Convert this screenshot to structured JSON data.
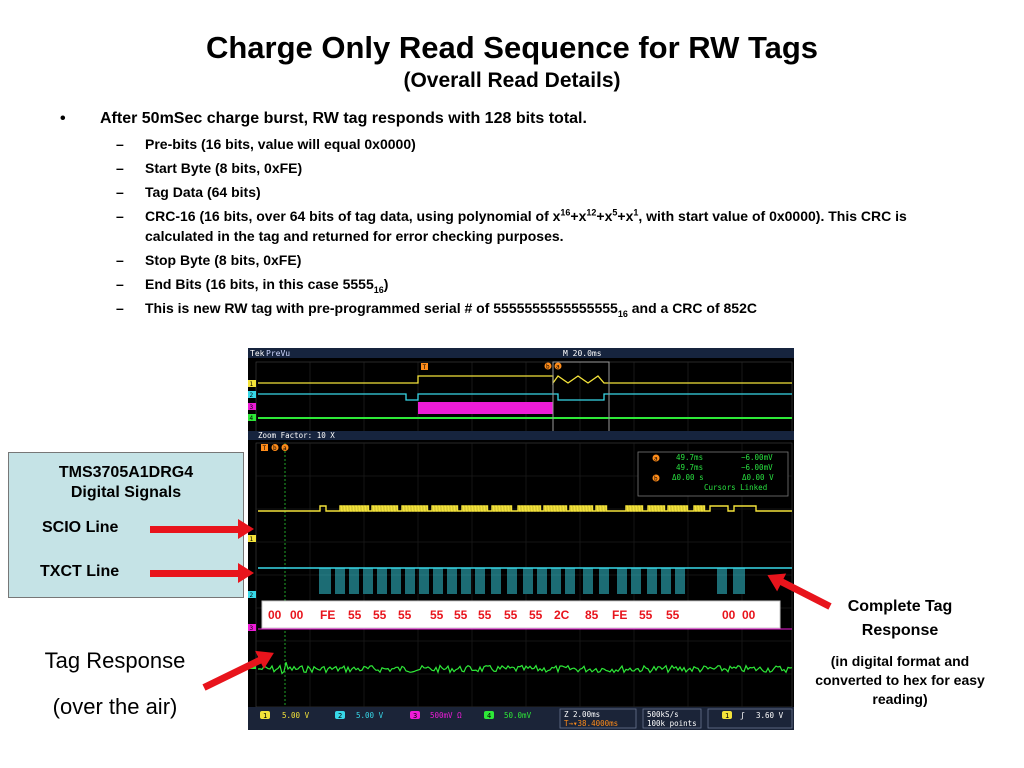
{
  "slide": {
    "title": "Charge Only Read Sequence for RW Tags",
    "subtitle": "(Overall Read Details)",
    "bullet_main": "After 50mSec charge burst, RW tag responds with 128 bits total.",
    "bullet_marker": "•",
    "dash_marker": "–",
    "sub_bullets": {
      "prebits": "Pre-bits (16 bits, value will equal 0x0000)",
      "startbyte": "Start Byte (8 bits, 0xFE)",
      "tagdata": "Tag Data  (64 bits)",
      "crc_a": "CRC-16 (16 bits, over 64 bits of tag data, using polynomial of x",
      "crc_e1": "16",
      "crc_b": "+x",
      "crc_e2": "12",
      "crc_c": "+x",
      "crc_e3": "5",
      "crc_d": "+x",
      "crc_e4": "1",
      "crc_e": ", with start value of 0x0000). This CRC is calculated in the tag and returned for error checking purposes.",
      "stopbyte": "Stop Byte (8 bits, 0xFE)",
      "endbits_a": "End Bits (16 bits, in this case 5555",
      "endbits_sub": "16",
      "endbits_b": ")",
      "serial_a": "This is new RW tag with pre-programmed serial # of 5555555555555555",
      "serial_sub": "16",
      "serial_b": " and a CRC of 852C"
    }
  },
  "scope": {
    "top_mode": "PreVu",
    "top_timebase": "M 20.0ms",
    "zoom_label": "Zoom Factor: 10 X",
    "cursor_a_time": "49.7ms",
    "cursor_a_volt": "−6.00mV",
    "cursor_b_time": "49.7ms",
    "cursor_b_volt": "−6.00mV",
    "delta_time": "Δ0.00 s",
    "delta_volt": "Δ0.00 V",
    "cursors_linked": "Cursors Linked",
    "hex_bytes": [
      "00",
      "00",
      "FE",
      "55",
      "55",
      "55",
      "55",
      "55",
      "55",
      "55",
      "55",
      "2C",
      "85",
      "FE",
      "55",
      "55",
      "00",
      "00"
    ],
    "ch1_scale": "5.00 V",
    "ch2_scale": "5.00 V",
    "ch3_scale": "500mV Ω",
    "ch4_scale": "50.0mV",
    "zoom_time": "Z 2.00ms",
    "trig_pos": "T→▾38.4000ms",
    "sample_rate": "500kS/s",
    "record_len": "100k points",
    "trig_level": "3.60 V",
    "ch_labels": {
      "c1": "1",
      "c2": "2",
      "c3": "3",
      "c4": "4"
    },
    "tek": "Tek",
    "marker_t": "T",
    "marker_a": "a",
    "marker_b": "b",
    "slope_icon": "ʃ",
    "colors": {
      "ch1": "#f4e33a",
      "ch2": "#38d8e8",
      "ch3": "#ee1cd8",
      "ch4": "#2ee838",
      "readout_green": "#29e040",
      "marker": "#ff8c1a"
    }
  },
  "annotations": {
    "box_title": "TMS3705A1DRG4\nDigital Signals",
    "scio": "SCIO Line",
    "txct": "TXCT Line",
    "tag_resp_1": "Tag Response",
    "tag_resp_2": "(over the air)",
    "complete_1": "Complete Tag",
    "complete_2": "Response",
    "complete_sub": "(in digital format and converted to hex for easy reading)"
  }
}
